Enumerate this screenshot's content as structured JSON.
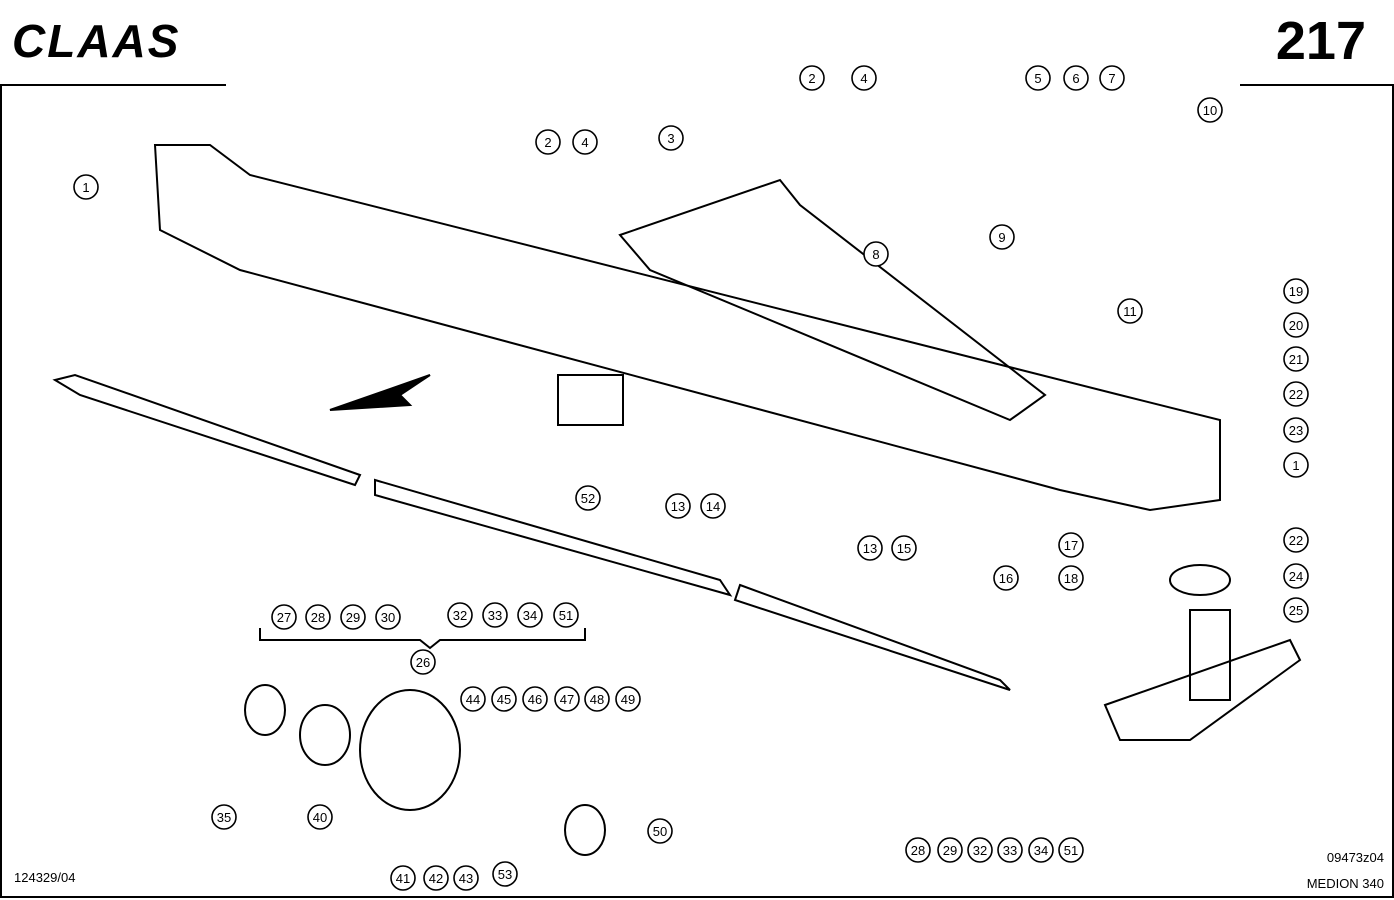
{
  "header": {
    "brand": "CLAAS",
    "page_number": "217"
  },
  "footer": {
    "left": "124329/04",
    "right_code": "09473z04",
    "right_model": "MEDION 340"
  },
  "callouts": [
    "1",
    "2",
    "4",
    "2",
    "4",
    "3",
    "5",
    "6",
    "7",
    "10",
    "8",
    "9",
    "11",
    "19",
    "20",
    "21",
    "22",
    "23",
    "1",
    "52",
    "13",
    "14",
    "13",
    "15",
    "16",
    "17",
    "18",
    "22",
    "24",
    "25",
    "27",
    "28",
    "29",
    "30",
    "32",
    "33",
    "34",
    "51",
    "26",
    "35",
    "40",
    "41",
    "42",
    "43",
    "44",
    "45",
    "46",
    "47",
    "48",
    "49",
    "50",
    "53",
    "28",
    "29",
    "32",
    "33",
    "34",
    "51"
  ]
}
